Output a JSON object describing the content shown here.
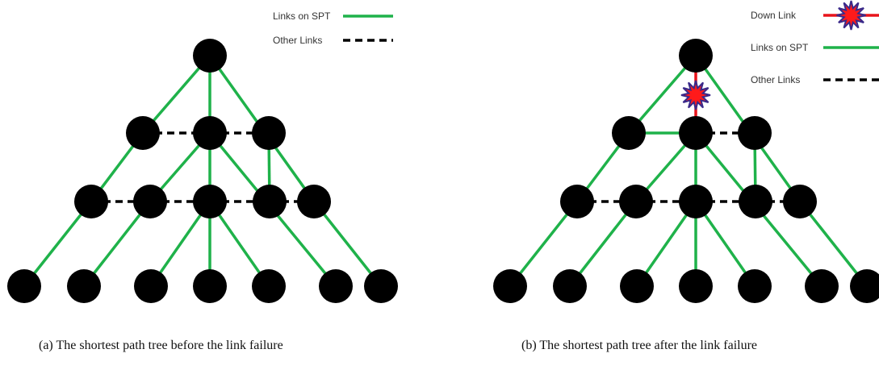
{
  "colors": {
    "spt_link": "#1fb24a",
    "other_link": "#000000",
    "down_link": "#e8141b",
    "node": "#000000",
    "burst_fill": "#ff1a1a",
    "burst_stroke": "#3a2a8a"
  },
  "panel_a": {
    "legend": [
      {
        "label": "Links on SPT",
        "style": "spt"
      },
      {
        "label": "Other Links",
        "style": "other"
      }
    ],
    "caption": "(a) The shortest path tree before the link failure"
  },
  "panel_b": {
    "legend": [
      {
        "label": "Down Link",
        "style": "down"
      },
      {
        "label": "Links on SPT",
        "style": "spt"
      },
      {
        "label": "Other Links",
        "style": "other"
      }
    ],
    "caption": "(b) The shortest path tree after the link failure"
  }
}
